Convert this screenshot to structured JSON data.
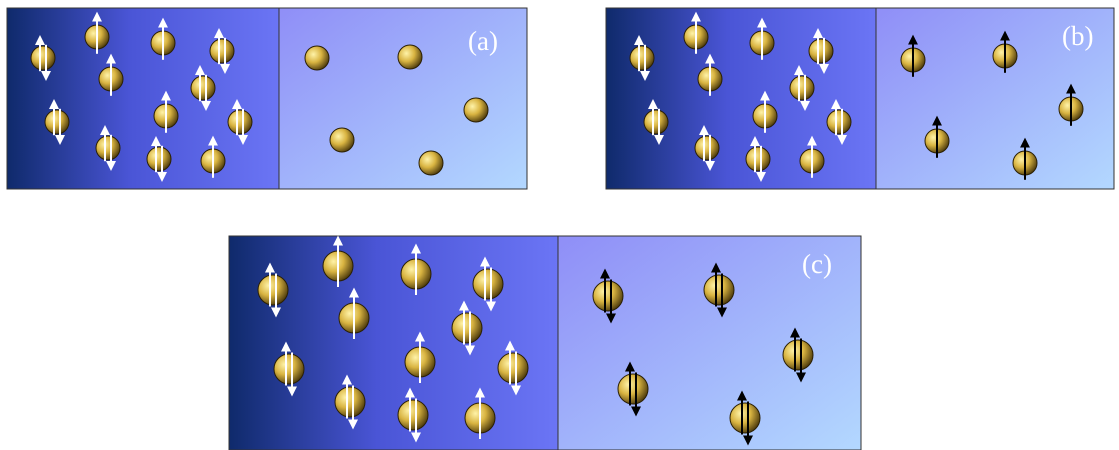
{
  "panels": [
    {
      "id": "a",
      "label": "(a)"
    },
    {
      "id": "b",
      "label": "(b)"
    },
    {
      "id": "c",
      "label": "(c)"
    }
  ],
  "colors": {
    "left_gradient_start": "#0f2a6b",
    "left_gradient_mid": "#4a55d6",
    "left_gradient_end": "#6b75f5",
    "right_gradient_start": "#8f8ef7",
    "right_gradient_end": "#b3d8ff",
    "ball_light": "#fff3a8",
    "ball_mid": "#d9b441",
    "ball_dark": "#3a2a05",
    "spin_left": "#ffffff",
    "spin_right": "#000000",
    "border": "#333333"
  },
  "regions": {
    "left": {
      "spin_pattern": "paired-up-down",
      "arrow_color": "white"
    },
    "right": {
      "a": "none",
      "b": "single-up",
      "c": "paired-up-down"
    }
  }
}
